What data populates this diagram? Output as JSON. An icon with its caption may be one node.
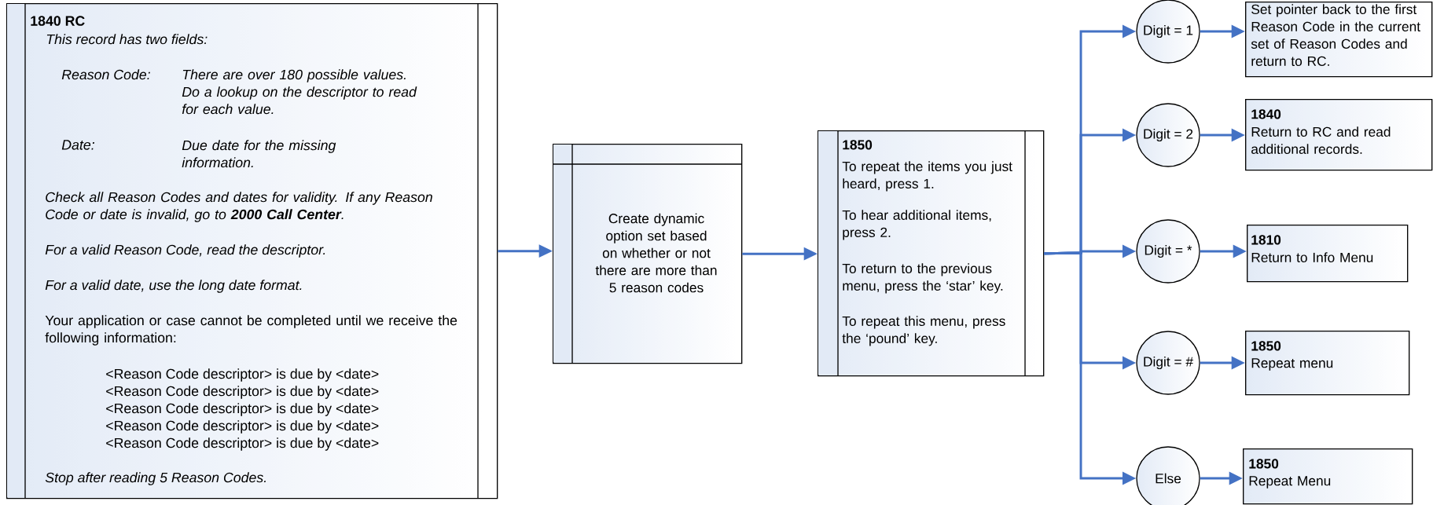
{
  "diagram": {
    "nodes": [
      {
        "text": [
          "1840 RC",
          "This record has two fields:",
          "Reason Code:",
          "There are over 180 possible values. Do a lookup on the descriptor to read for each value.",
          "Date:",
          "Due date for the missing information.",
          "Check all Reason Codes and dates for validity. If any Reason Code or date is invalid, go to **2000 Call Center**.",
          "For a valid Reason Code, read the descriptor.",
          "For a valid date, use the long date format.",
          "Your application or case cannot be completed until we receive the following information:",
          "<Reason Code descriptor> is due by <date>",
          "<Reason Code descriptor> is due by <date>",
          "<Reason Code descriptor> is due by <date>",
          "<Reason Code descriptor> is due by <date>",
          "<Reason Code descriptor> is due by <date>",
          "Stop after reading 5 Reason Codes."
        ]
      },
      {
        "text": [
          "Create dynamic option set based on whether or not there are more than 5 reason codes"
        ]
      },
      {
        "text": [
          "1850",
          "To repeat the items you just heard, press 1.",
          "To hear additional items, press 2.",
          "To return to the previous menu, press the ‘star’ key.",
          "To repeat this menu, press the ‘pound’ key."
        ]
      },
      {
        "text": [
          "Digit = 1"
        ]
      },
      {
        "text": [
          "Digit = 2"
        ]
      },
      {
        "text": [
          "Digit = *"
        ]
      },
      {
        "text": [
          "Digit = #"
        ]
      },
      {
        "text": [
          "Else"
        ]
      },
      {
        "text": [
          "Set pointer back to the first Reason Code in the current set of Reason Codes and return to RC."
        ]
      },
      {
        "text": [
          "1840",
          "Return to RC and read additional records."
        ]
      },
      {
        "text": [
          "1810",
          "Return to Info Menu"
        ]
      },
      {
        "text": [
          "1850",
          "Repeat menu"
        ]
      },
      {
        "text": [
          "1850",
          "Repeat Menu"
        ]
      }
    ],
    "edges": [
      {
        "from": 0,
        "to": 1,
        "arrow": "to"
      },
      {
        "from": 1,
        "to": 2,
        "arrow": "to"
      },
      {
        "from": 2,
        "to": 3,
        "arrow": "to"
      },
      {
        "from": 2,
        "to": 4,
        "arrow": "to"
      },
      {
        "from": 2,
        "to": 5,
        "arrow": "to"
      },
      {
        "from": 2,
        "to": 6,
        "arrow": "to"
      },
      {
        "from": 2,
        "to": 7,
        "arrow": "to"
      },
      {
        "from": 3,
        "to": 8,
        "arrow": "to"
      },
      {
        "from": 4,
        "to": 9,
        "arrow": "to"
      },
      {
        "from": 5,
        "to": 10,
        "arrow": "to"
      },
      {
        "from": 6,
        "to": 11,
        "arrow": "to"
      },
      {
        "from": 7,
        "to": 12,
        "arrow": "to"
      }
    ]
  }
}
